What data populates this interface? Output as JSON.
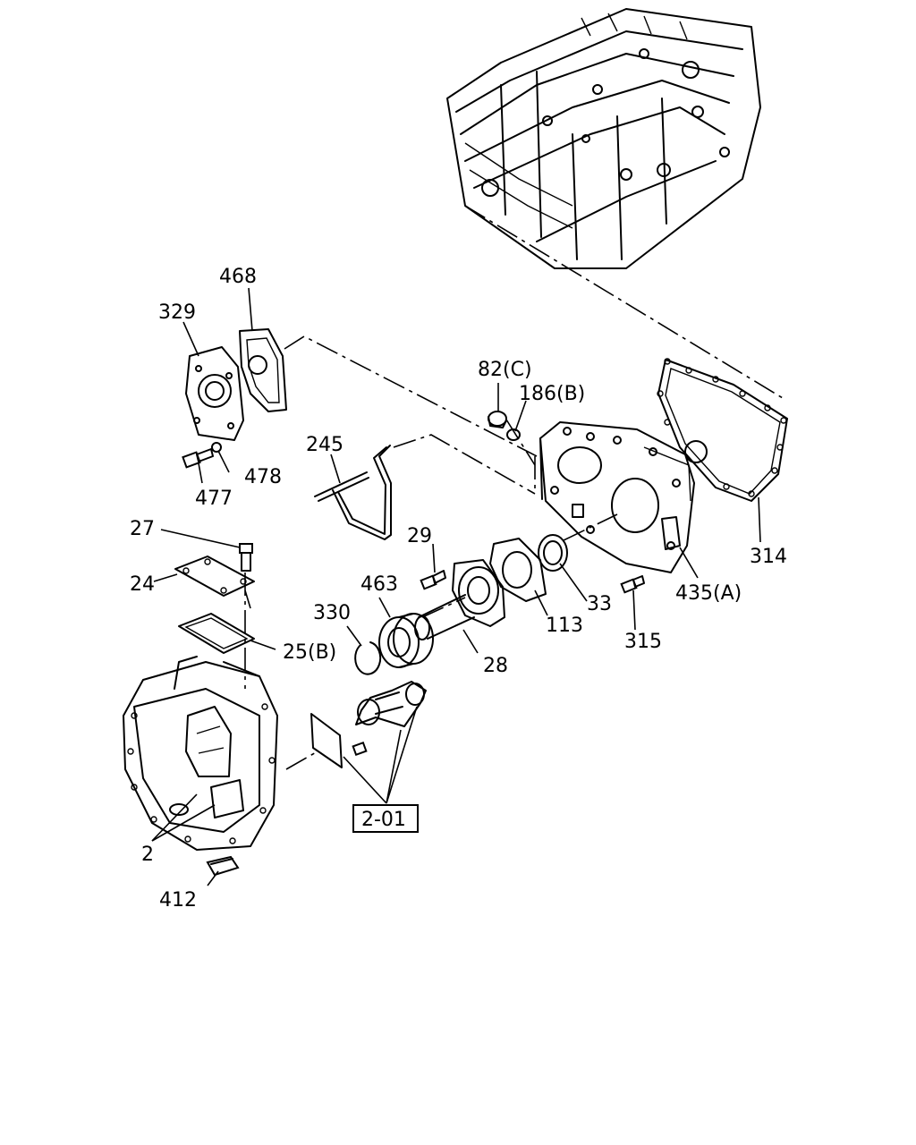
{
  "labels": {
    "p468": "468",
    "p329": "329",
    "p82c": "82(C)",
    "p186b": "186(B)",
    "p245": "245",
    "p478": "478",
    "p477": "477",
    "p27": "27",
    "p29": "29",
    "p24": "24",
    "p463": "463",
    "p330": "330",
    "p25b": "25(B)",
    "p113": "113",
    "p33": "33",
    "p28": "28",
    "p314": "314",
    "p435a": "435(A)",
    "p315": "315",
    "ref201": "2-01",
    "p2": "2",
    "p412": "412"
  }
}
